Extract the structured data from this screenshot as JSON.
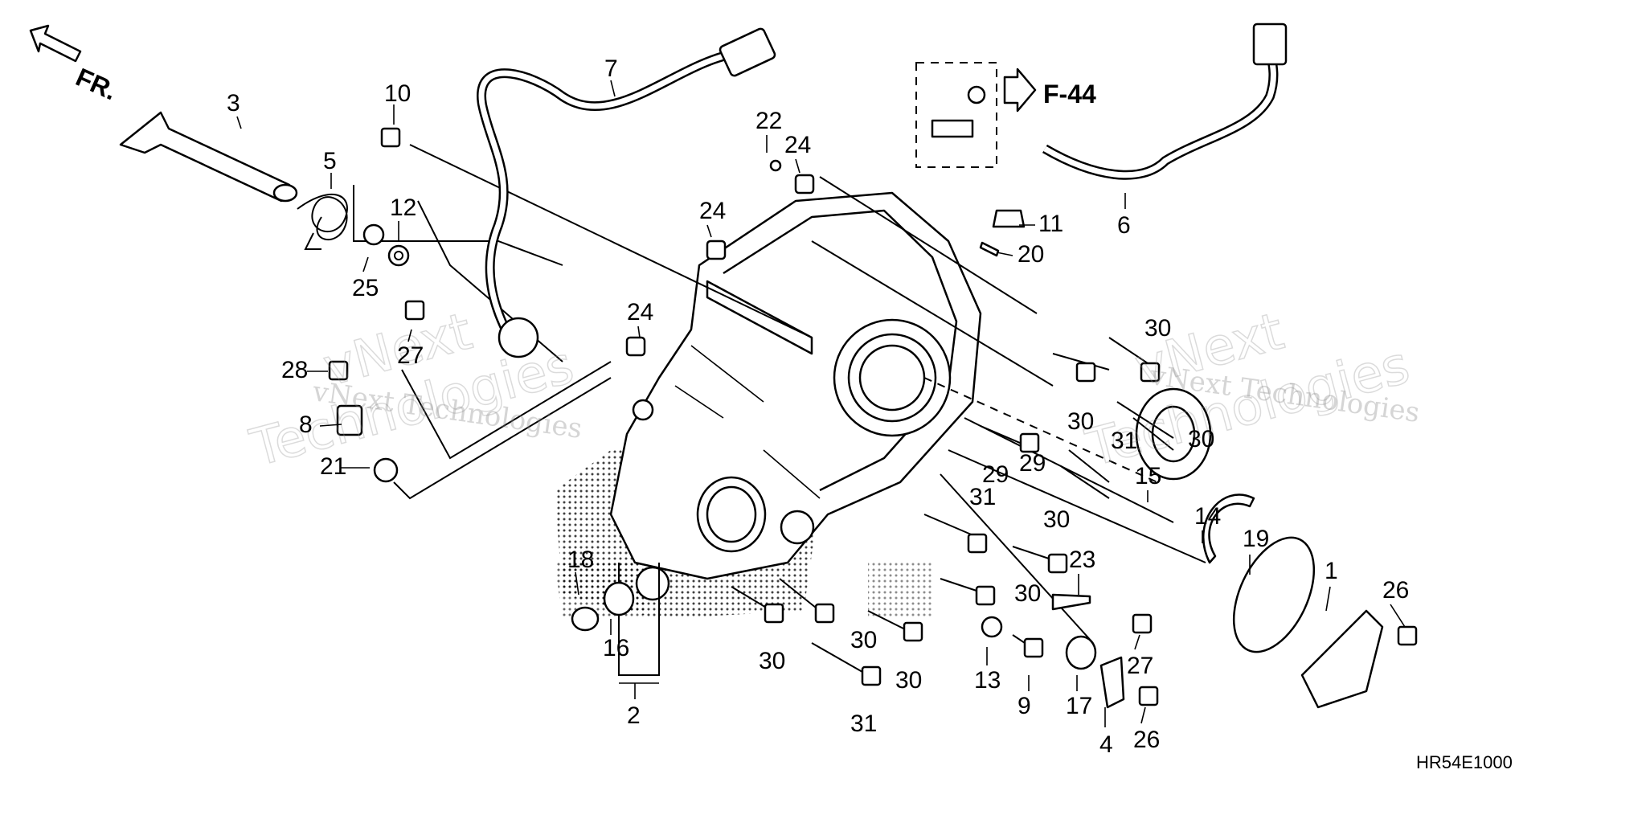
{
  "diagram": {
    "direction_label": "FR.",
    "ref_code": "HR54E1000",
    "ref_label": "F-44",
    "watermark": [
      "vNext",
      "Technologies",
      "vNext Technologies"
    ],
    "callouts": [
      "1",
      "2",
      "3",
      "4",
      "5",
      "6",
      "7",
      "8",
      "9",
      "10",
      "11",
      "12",
      "13",
      "14",
      "15",
      "16",
      "17",
      "18",
      "19",
      "20",
      "21",
      "22",
      "23",
      "24",
      "25",
      "26",
      "27",
      "28",
      "29",
      "30",
      "31"
    ]
  }
}
